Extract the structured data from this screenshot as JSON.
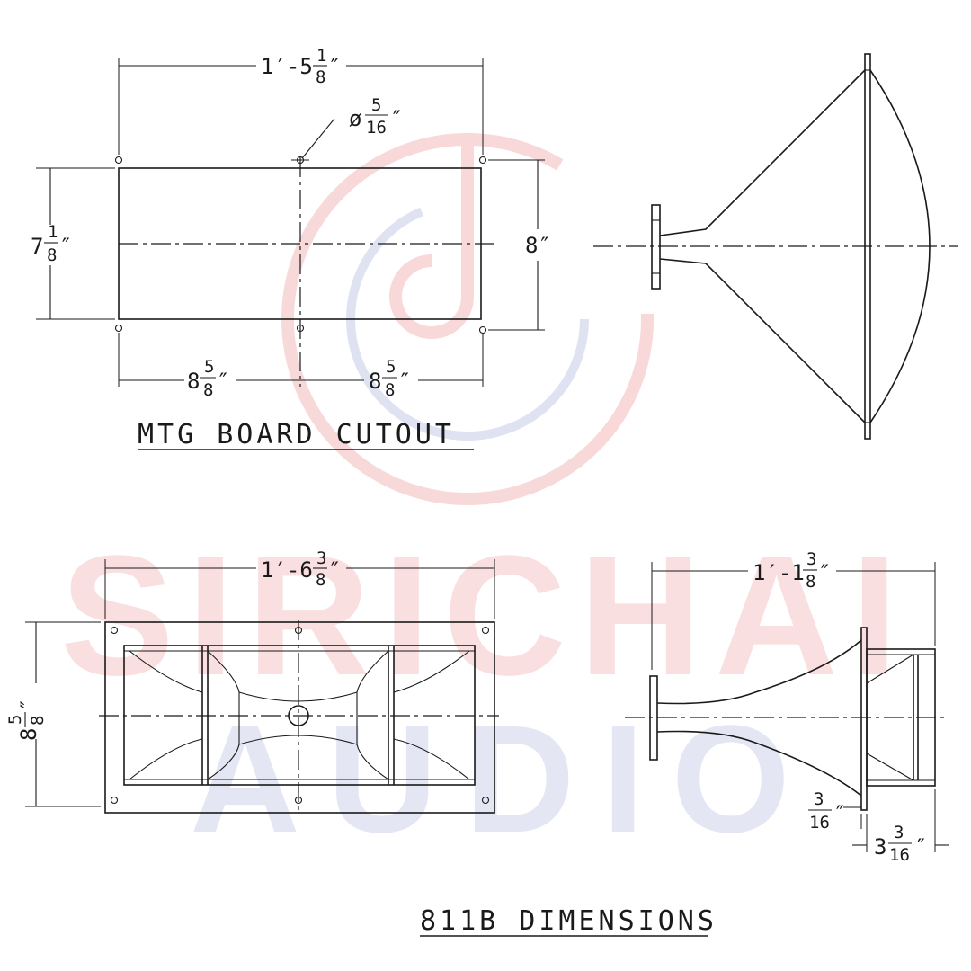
{
  "watermark": {
    "line1": "SIRICHAI",
    "line2": "AUDIO",
    "red": "#f3b9b9",
    "blue": "#c4cbe6"
  },
  "cutout": {
    "title": "MTG BOARD CUTOUT",
    "width": {
      "whole": "1′-5",
      "num": "1",
      "den": "8",
      "unit": "″"
    },
    "hole": {
      "prefix": "ø",
      "num": "5",
      "den": "16",
      "unit": "″"
    },
    "height_left": {
      "whole": "7",
      "num": "1",
      "den": "8",
      "unit": "″"
    },
    "height_right": "8″",
    "half_left": {
      "whole": "8",
      "num": "5",
      "den": "8",
      "unit": "″"
    },
    "half_right": {
      "whole": "8",
      "num": "5",
      "den": "8",
      "unit": "″"
    }
  },
  "dimensions": {
    "title": "811B DIMENSIONS",
    "front_width": {
      "whole": "1′-6",
      "num": "3",
      "den": "8",
      "unit": "″"
    },
    "front_height": {
      "whole": "8",
      "num": "5",
      "den": "8",
      "unit": "″"
    },
    "side_length": {
      "whole": "1′-1",
      "num": "3",
      "den": "8",
      "unit": "″"
    },
    "flange_thickness": {
      "num": "3",
      "den": "16",
      "unit": "″"
    },
    "cell_depth": {
      "whole": "3",
      "num": "3",
      "den": "16",
      "unit": "″"
    }
  }
}
